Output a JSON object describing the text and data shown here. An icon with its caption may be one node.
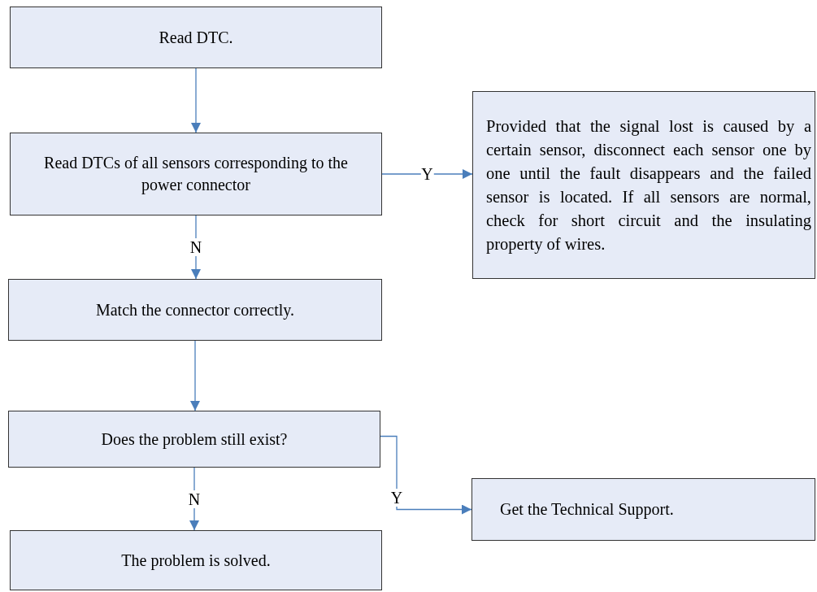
{
  "diagram": {
    "nodes": [
      {
        "text": [
          "Read DTC."
        ]
      },
      {
        "text": [
          "Read DTCs of all sensors corresponding to the power connector"
        ]
      },
      {
        "text": [
          "Provided that the signal lost is caused by a certain sensor, disconnect each sensor one by one until the fault disappears and the failed sensor is located. If all sensors are normal, check for short circuit and the insulating property of wires."
        ]
      },
      {
        "text": [
          "Match the connector correctly."
        ]
      },
      {
        "text": [
          "Does the problem still exist?"
        ]
      },
      {
        "text": [
          "Get the Technical Support."
        ]
      },
      {
        "text": [
          "The problem is solved."
        ]
      }
    ],
    "edges": [
      {
        "from": 0,
        "to": 1,
        "arrow": "to"
      },
      {
        "from": 1,
        "to": 2,
        "arrow": "to",
        "label": "Y"
      },
      {
        "from": 1,
        "to": 3,
        "arrow": "to",
        "label": "N"
      },
      {
        "from": 3,
        "to": 4,
        "arrow": "to"
      },
      {
        "from": 4,
        "to": 6,
        "arrow": "to",
        "label": "N"
      },
      {
        "from": 4,
        "to": 5,
        "arrow": "to",
        "label": "Y"
      }
    ]
  }
}
